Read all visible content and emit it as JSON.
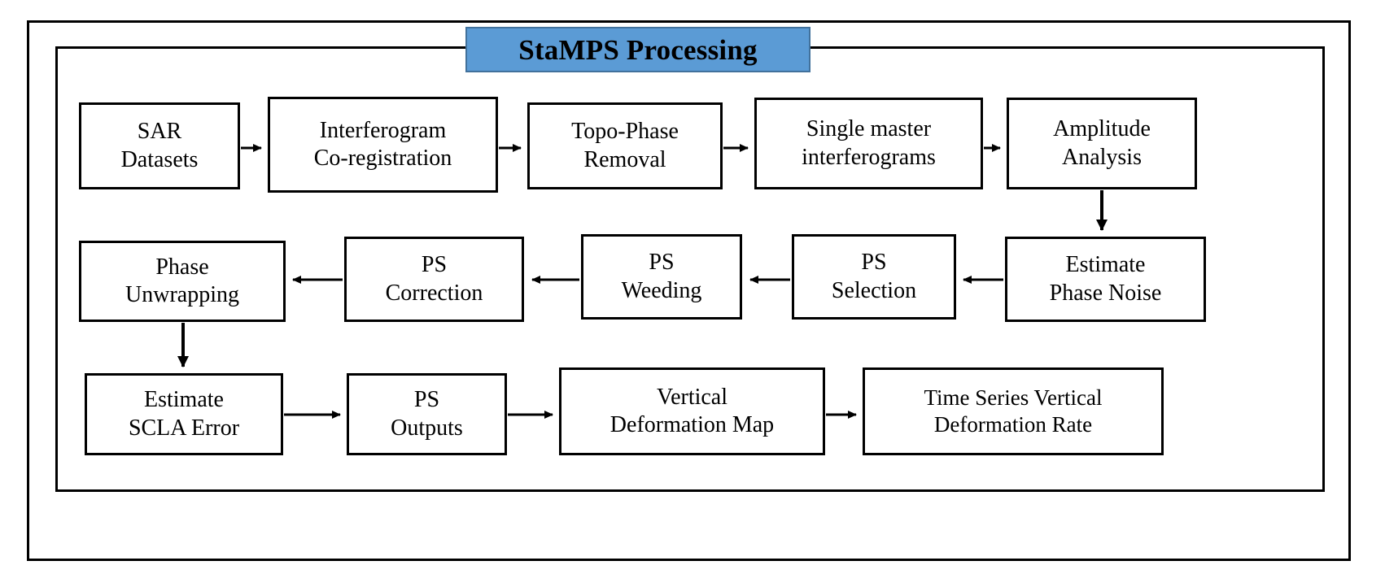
{
  "figure": {
    "type": "flowchart",
    "title": "StaMPS Processing",
    "title_fill_color": "#5B9BD5",
    "title_border_color": "#41719C",
    "background_color": "#FFFFFF",
    "node_border_color": "#000000",
    "connector_color": "#000000"
  },
  "rows": {
    "row1": {
      "direction": "left-to-right",
      "nodes": [
        {
          "id": "sar-datasets",
          "label": "SAR\nDatasets"
        },
        {
          "id": "interferogram-coreg",
          "label": "Interferogram\nCo-registration"
        },
        {
          "id": "topo-phase-removal",
          "label": "Topo-Phase\nRemoval"
        },
        {
          "id": "single-master-ifgs",
          "label": "Single master\ninterferograms"
        },
        {
          "id": "amplitude-analysis",
          "label": "Amplitude\nAnalysis"
        }
      ]
    },
    "row2": {
      "direction": "right-to-left",
      "nodes": [
        {
          "id": "phase-unwrapping",
          "label": "Phase\nUnwrapping"
        },
        {
          "id": "ps-correction",
          "label": "PS\nCorrection"
        },
        {
          "id": "ps-weeding",
          "label": "PS\nWeeding"
        },
        {
          "id": "ps-selection",
          "label": "PS\nSelection"
        },
        {
          "id": "estimate-phase-noise",
          "label": "Estimate\nPhase Noise"
        }
      ]
    },
    "row3": {
      "direction": "left-to-right",
      "nodes": [
        {
          "id": "estimate-scla-error",
          "label": "Estimate\nSCLA Error"
        },
        {
          "id": "ps-outputs",
          "label": "PS\nOutputs"
        },
        {
          "id": "vertical-deformation-map",
          "label": "Vertical\nDeformation Map"
        },
        {
          "id": "time-series-vertical-deformation-rate",
          "label": "Time Series Vertical\nDeformation Rate"
        }
      ]
    }
  },
  "connectors": [
    {
      "id": "sar-to-coreg",
      "from": "sar-datasets",
      "to": "interferogram-coreg",
      "direction": "right"
    },
    {
      "id": "coreg-to-topo",
      "from": "interferogram-coreg",
      "to": "topo-phase-removal",
      "direction": "right"
    },
    {
      "id": "topo-to-single-master",
      "from": "topo-phase-removal",
      "to": "single-master-ifgs",
      "direction": "right"
    },
    {
      "id": "single-master-to-amp",
      "from": "single-master-ifgs",
      "to": "amplitude-analysis",
      "direction": "right"
    },
    {
      "id": "amp-to-phase-noise",
      "from": "amplitude-analysis",
      "to": "estimate-phase-noise",
      "direction": "down"
    },
    {
      "id": "phase-noise-to-selection",
      "from": "estimate-phase-noise",
      "to": "ps-selection",
      "direction": "left"
    },
    {
      "id": "selection-to-weeding",
      "from": "ps-selection",
      "to": "ps-weeding",
      "direction": "left"
    },
    {
      "id": "weeding-to-correction",
      "from": "ps-weeding",
      "to": "ps-correction",
      "direction": "left"
    },
    {
      "id": "correction-to-unwrapping",
      "from": "ps-correction",
      "to": "phase-unwrapping",
      "direction": "left"
    },
    {
      "id": "unwrapping-to-scla",
      "from": "phase-unwrapping",
      "to": "estimate-scla-error",
      "direction": "down"
    },
    {
      "id": "scla-to-ps-outputs",
      "from": "estimate-scla-error",
      "to": "ps-outputs",
      "direction": "right"
    },
    {
      "id": "ps-outputs-to-vdm",
      "from": "ps-outputs",
      "to": "vertical-deformation-map",
      "direction": "right"
    },
    {
      "id": "vdm-to-tsvdr",
      "from": "vertical-deformation-map",
      "to": "time-series-vertical-deformation-rate",
      "direction": "right"
    }
  ]
}
